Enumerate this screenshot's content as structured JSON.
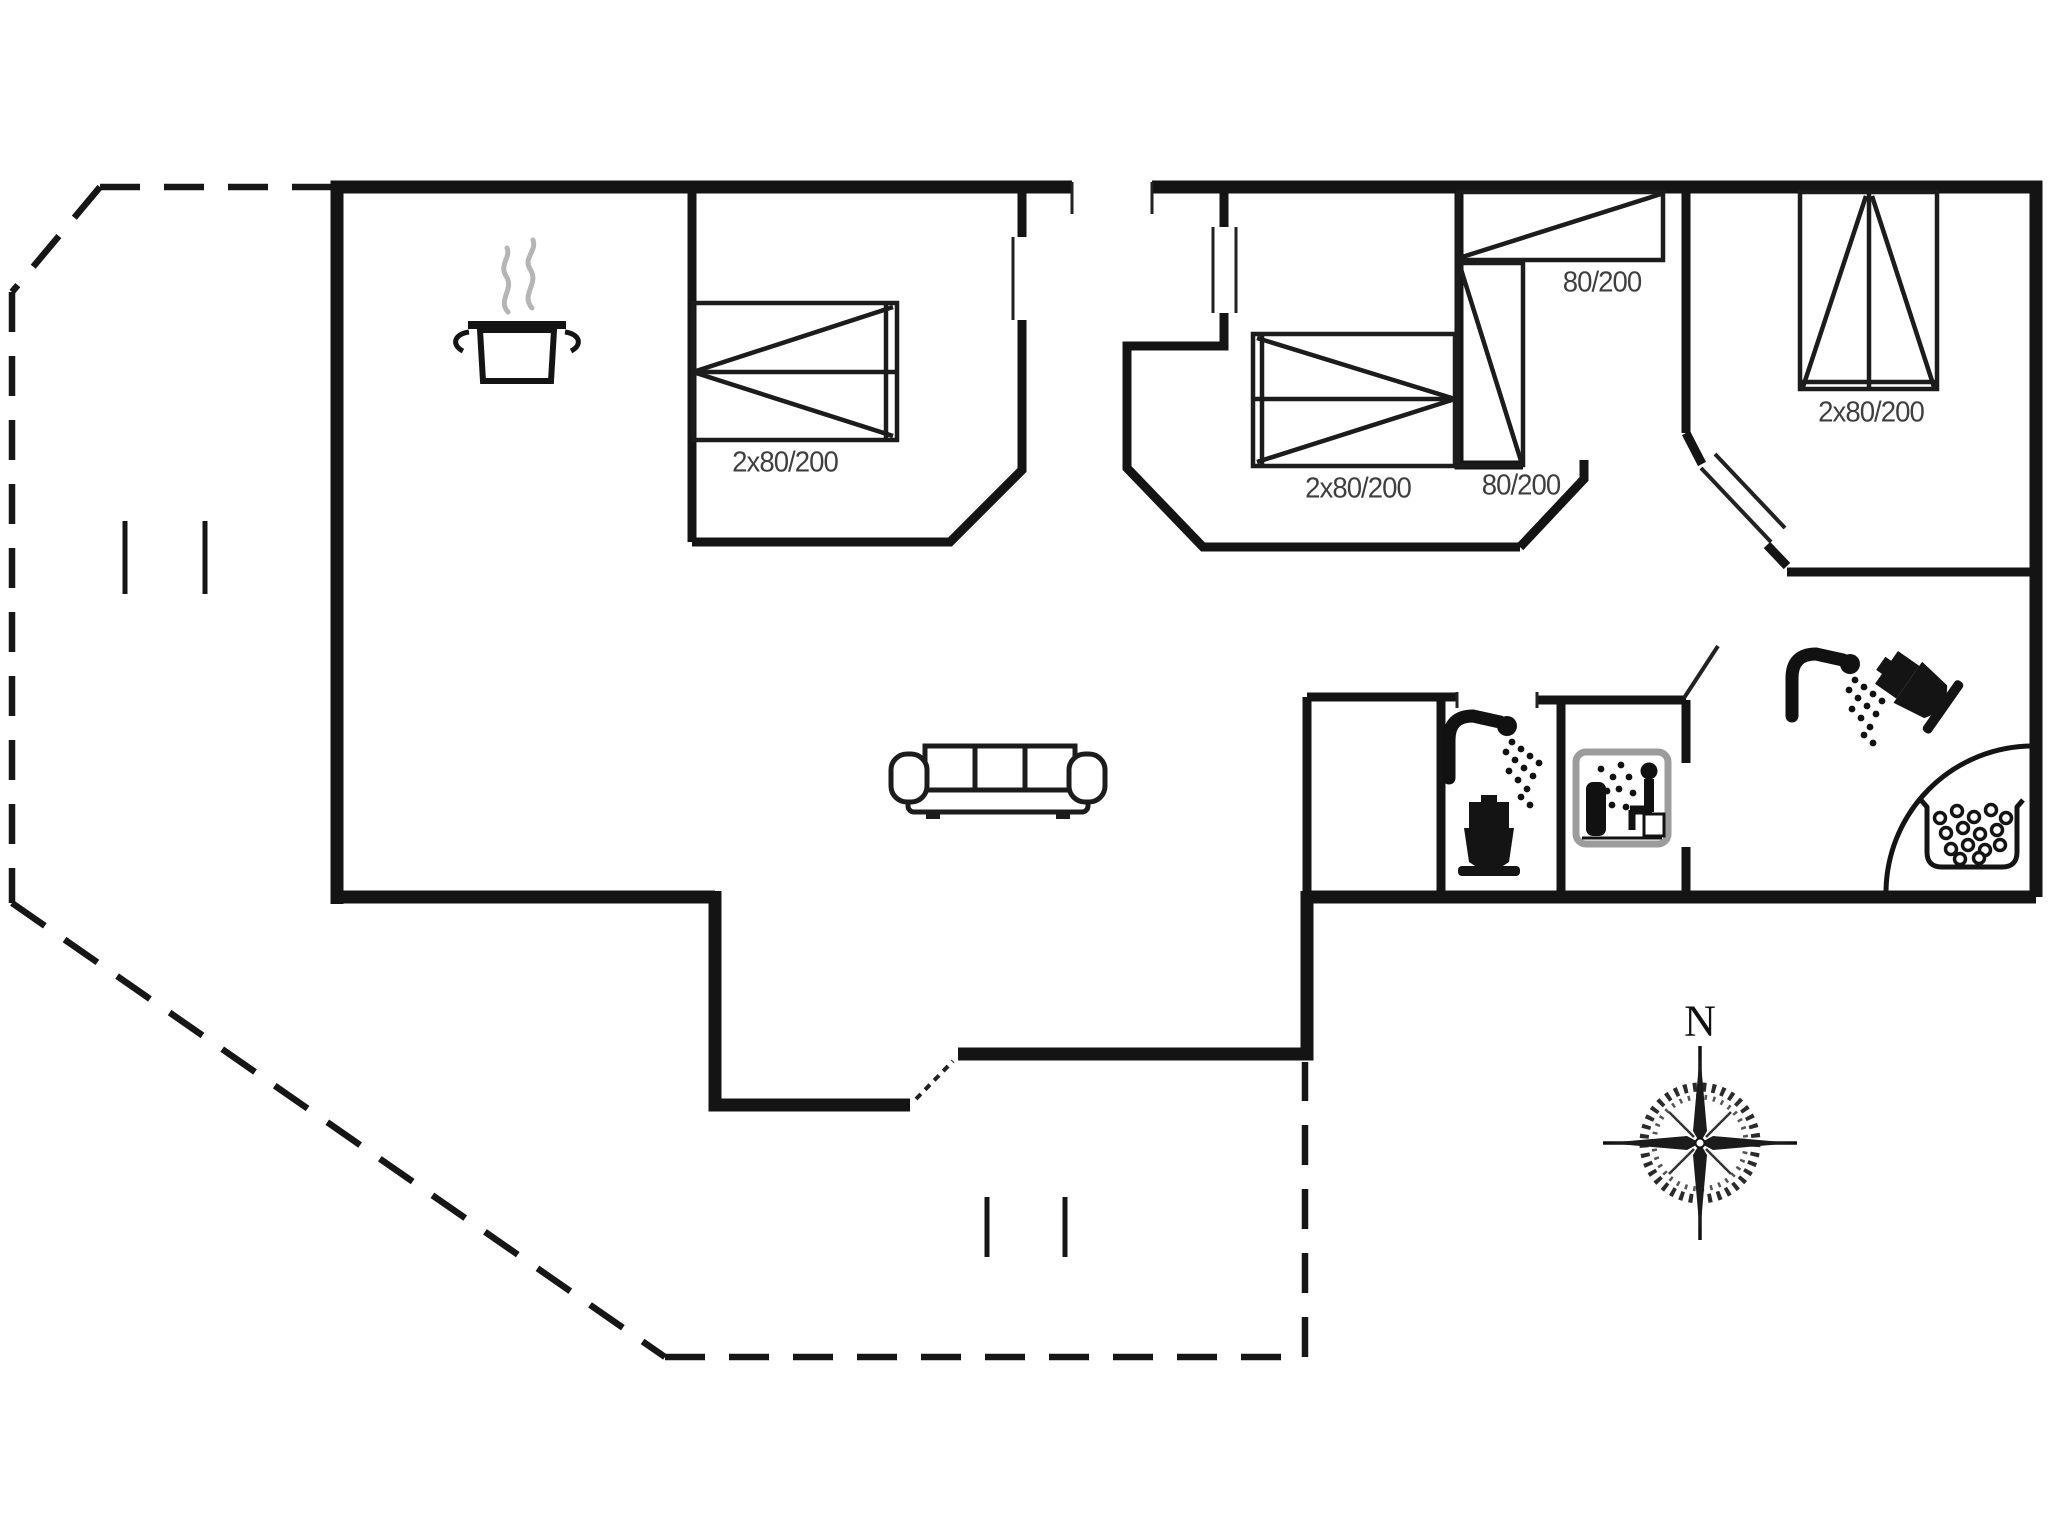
{
  "document": {
    "type": "floor-plan",
    "background": "#ffffff"
  },
  "floorplan": {
    "labels": {
      "bedroom1_double": "2x80/200",
      "bedroom2_double": "2x80/200",
      "bunk_top": "80/200",
      "bunk_side": "80/200",
      "bedroom3_double": "2x80/200"
    },
    "compass": {
      "north": "N"
    },
    "icons": {
      "cooking-pot-icon": "pot with steam, kitchen area",
      "steam-icon": "two wavy gray lines",
      "double-bed-symbol": "rectangle with centerline and folded-duvet diagonals",
      "bunk-bed-symbol": "rectangle with single diagonal",
      "sofa-icon": "three-seat sofa top view",
      "shower-icon": "shower head with spray dots",
      "toilet-icon": "toilet silhouette top view",
      "sauna-icon": "framed pictogram, person on bench with sauna stove",
      "corner-bathtub-icon": "quarter-circle corner spa with bubble tray",
      "compass-rose-icon": "gear ring with four-point star",
      "terrace-outline": "dashed boundary line"
    },
    "colors": {
      "walls": "#141414",
      "thin_lines": "#222222",
      "labels": "#3f3f3f",
      "steam": "#b5b5b5",
      "sauna_frame": "#9c9c9c"
    }
  }
}
